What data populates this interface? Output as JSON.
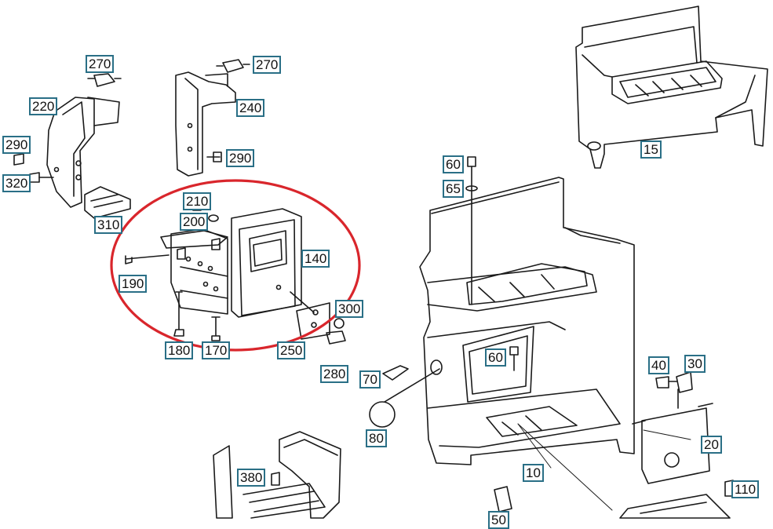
{
  "diagram": {
    "callout_color": "#2a6f86",
    "highlight_color": "#d9262c",
    "line_color": "#1a1a1a",
    "callouts": {
      "c15": "15",
      "c10": "10",
      "c20": "20",
      "c30": "30",
      "c40": "40",
      "c50": "50",
      "c60a": "60",
      "c60b": "60",
      "c65": "65",
      "c70": "70",
      "c80": "80",
      "c110": "110",
      "c140": "140",
      "c170": "170",
      "c180": "180",
      "c190": "190",
      "c200": "200",
      "c210": "210",
      "c220": "220",
      "c240": "240",
      "c250": "250",
      "c270a": "270",
      "c270b": "270",
      "c280": "280",
      "c290a": "290",
      "c290b": "290",
      "c300": "300",
      "c310": "310",
      "c320": "320",
      "c380": "380"
    }
  }
}
